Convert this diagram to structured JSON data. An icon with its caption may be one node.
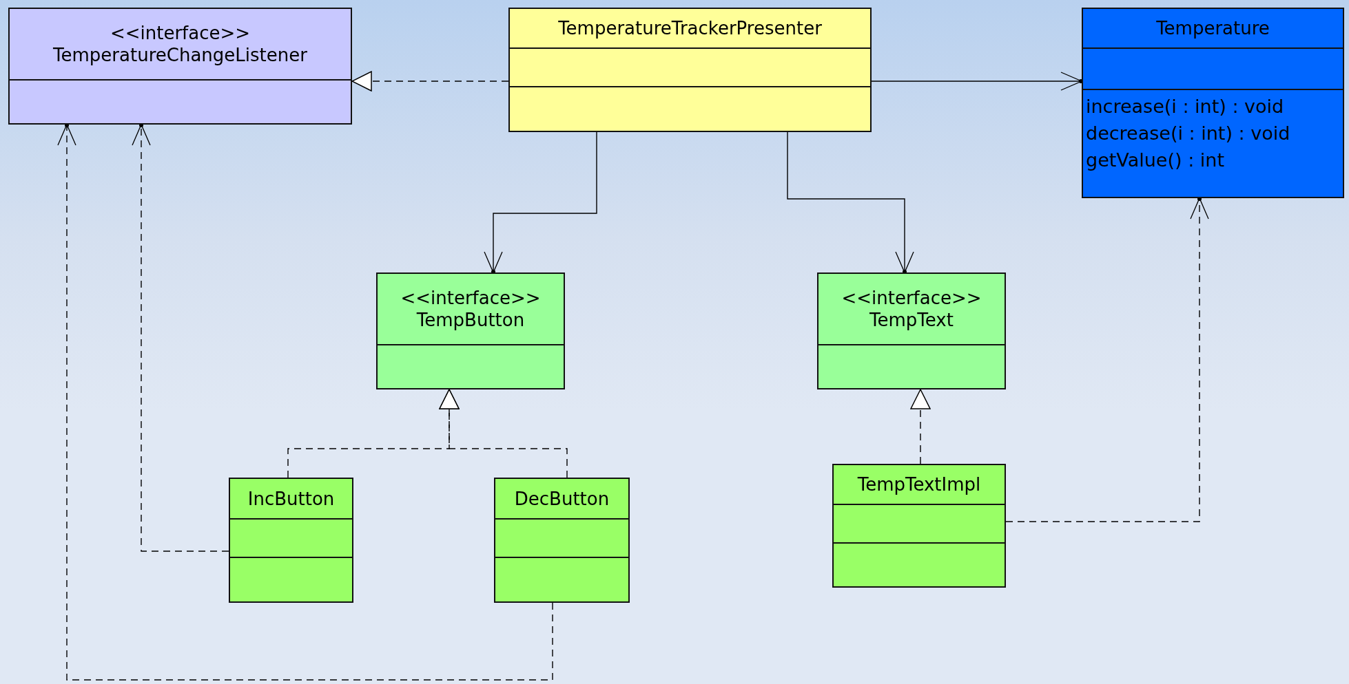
{
  "diagram": {
    "nodes": [
      {
        "text": [
          "<<interface>>",
          "TemperatureChangeListener"
        ]
      },
      {
        "text": [
          "TemperatureTrackerPresenter"
        ]
      },
      {
        "text": [
          "Temperature",
          "increase(i : int) : void",
          "decrease(i : int) : void",
          "getValue() : int"
        ]
      },
      {
        "text": [
          "<<interface>>",
          "TempButton"
        ]
      },
      {
        "text": [
          "<<interface>>",
          "TempText"
        ]
      },
      {
        "text": [
          "IncButton"
        ]
      },
      {
        "text": [
          "DecButton"
        ]
      },
      {
        "text": [
          "TempTextImpl"
        ]
      }
    ],
    "edges": [
      {
        "from": 1,
        "to": 0,
        "arrow": "to",
        "style": "dashed"
      },
      {
        "from": 1,
        "to": 2,
        "arrow": "to"
      },
      {
        "from": 1,
        "to": 3,
        "arrow": "to"
      },
      {
        "from": 1,
        "to": 4,
        "arrow": "to"
      },
      {
        "from": 5,
        "to": 3,
        "arrow": "to",
        "style": "dashed"
      },
      {
        "from": 6,
        "to": 3,
        "arrow": "to",
        "style": "dashed"
      },
      {
        "from": 7,
        "to": 4,
        "arrow": "to",
        "style": "dashed"
      },
      {
        "from": 5,
        "to": 0,
        "arrow": "to",
        "style": "dashed"
      },
      {
        "from": 6,
        "to": 0,
        "arrow": "to",
        "style": "dashed"
      },
      {
        "from": 7,
        "to": 2,
        "arrow": "to",
        "style": "dashed"
      }
    ]
  }
}
